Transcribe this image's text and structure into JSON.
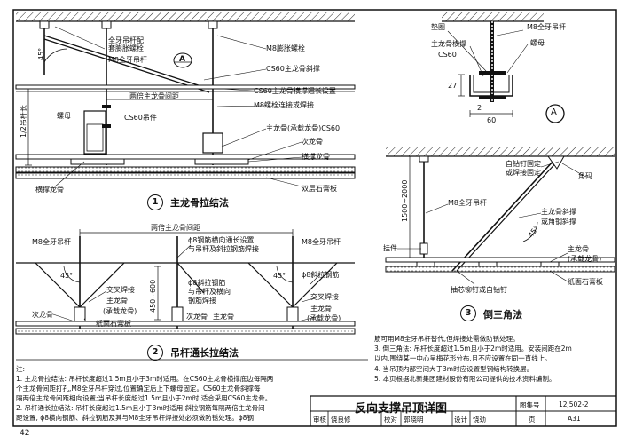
{
  "figure1": {
    "num": "1",
    "title": "主龙骨拉结法",
    "labels": {
      "anchor": "全牙吊杆配\n套膨胀螺栓",
      "m8_rod": "M8全牙吊杆",
      "expansion": "M8膨胀螺栓",
      "brace": "CS60主龙骨斜撑",
      "angle": "45°",
      "spacing": "两倍主龙骨间距",
      "rod_len": "1/2吊杆长",
      "nut": "螺母",
      "hanger": "CS60吊件",
      "cross_set": "CS60主龙骨横撑通长设置",
      "bolt": "M8螺栓连接或焊接",
      "main_keel": "主龙骨(承载龙骨)CS60",
      "sub_keel": "次龙骨",
      "cross_keel": "横撑龙骨",
      "cross_keel2": "横撑龙骨",
      "gypsum": "双层石膏板",
      "callout": "A"
    }
  },
  "detailA": {
    "pad": "垫圈",
    "m8_rod": "M8全牙吊杆",
    "brace": "主龙骨横撑",
    "cs60": "CS60",
    "nut": "螺母",
    "dim_h": "27",
    "dim_t": "2",
    "dim_w": "60",
    "tag": "A"
  },
  "figure2": {
    "num": "2",
    "title": "吊杆通长拉结法",
    "labels": {
      "spacing": "两倍主龙骨间距",
      "m8_left": "M8全牙吊杆",
      "m8_right": "M8全牙吊杆",
      "bar_set": "ϕ8钢筋横向通长设置",
      "bar_weld": "与吊杆及斜拉钢筋焊接",
      "angle_l": "45°",
      "angle_r": "45°",
      "diag_bar": "ϕ8斜拉钢筋",
      "cross_weld_l": "交叉焊接",
      "main_keel": "主龙骨",
      "bearing": "(承载龙骨)",
      "sub_keel_l": "次龙骨",
      "gypsum": "纸面石膏板",
      "bar2_a": "ϕ8斜拉钢筋",
      "bar2_b": "与吊杆及横向",
      "bar2_c": "钢筋焊接",
      "dim": "450~600",
      "sub_keel_m": "次龙骨",
      "main_keel_m": "主龙骨",
      "cross_weld_r": "交叉焊接",
      "main_keel_r": "主龙骨",
      "bearing_r": "(承载龙骨)"
    }
  },
  "figure3": {
    "num": "3",
    "title": "倒三角法",
    "labels": {
      "self_drill": "自钻钉固定",
      "or_weld": "或焊接固定",
      "corner": "角码",
      "dim": "1500~2000",
      "m8_rod": "M8全牙吊杆",
      "main_brace": "主龙骨斜撑",
      "or_angle": "或角钢斜撑",
      "angle": "45°",
      "hanger": "挂件",
      "main_keel": "主龙骨",
      "bearing": "(承载龙骨)",
      "gypsum": "纸面石膏板",
      "rivet": "抽芯铆钉或自钻钉"
    }
  },
  "notes": {
    "head": "注:",
    "lines": [
      "1. 主龙骨拉结法: 吊杆长度超过1.5m且小于3m时适用。在CS60主龙骨横撑底边每隔两",
      "   个主龙骨间距打孔,M8全牙吊杆穿过,位置确定后上下螺母固定。CS60主龙骨斜撑每",
      "   隔两倍主龙骨间距相向设置;当吊杆长度超过1.5m且小于2m时,适合采用CS60主龙骨。",
      "2. 吊杆通长拉结法: 吊杆长度超过1.5m且小于3m时适用,斜拉钢筋每隔两倍主龙骨间",
      "   距设置, ϕ8横向钢筋、斜拉钢筋及其与M8全牙吊杆焊接处必须做防锈处理。ϕ8钢"
    ]
  },
  "rnotes": {
    "lines": [
      "筋可用M8全牙吊杆替代,但焊接处需做防锈处理。",
      "3. 倒三角法: 吊杆长度超过1.5m且小于2m时适用。安装间距在2m",
      "   以内,围绕某一中心呈梅花形分布,且不应设置在同一直线上。",
      "4. 当吊顶内部空间大于3m时应设置型钢结构转换层。",
      "5. 本页根据北新集团建材股份有限公司提供的技术资料编制。"
    ]
  },
  "titleblock": {
    "title": "反向支撑吊顶详图",
    "atlas_label": "图集号",
    "atlas_no": "12J502-2",
    "review_label": "审核",
    "reviewer": "饶良修",
    "check_label": "校对",
    "checker": "郭晓明",
    "design_label": "设计",
    "designer": "饶劲",
    "page_label": "页",
    "page_no": "A31"
  },
  "page_number": "42"
}
